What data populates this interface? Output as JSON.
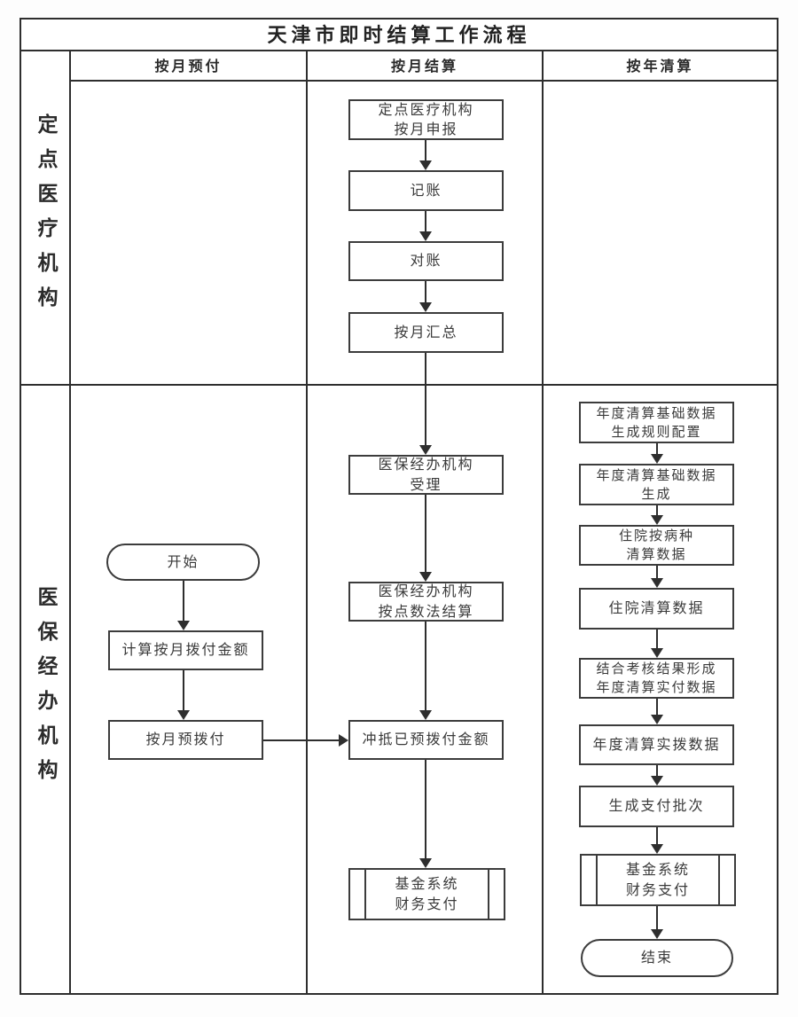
{
  "title": "天津市即时结算工作流程",
  "column_headers": [
    {
      "id": "monthly-prepay",
      "label": "按月预付"
    },
    {
      "id": "monthly-settle",
      "label": "按月结算"
    },
    {
      "id": "annual-clearing",
      "label": "按年清算"
    }
  ],
  "row_labels": [
    {
      "id": "designated-medical-institution",
      "label": "定点医疗机构"
    },
    {
      "id": "medical-insurance-agency",
      "label": "医保经办机构"
    }
  ],
  "nodes": {
    "monthly_declare": {
      "type": "process",
      "lines": [
        "定点医疗机构",
        "按月申报"
      ]
    },
    "bookkeeping": {
      "type": "process",
      "lines": [
        "记账"
      ]
    },
    "reconcile": {
      "type": "process",
      "lines": [
        "对账"
      ]
    },
    "monthly_summary": {
      "type": "process",
      "lines": [
        "按月汇总"
      ]
    },
    "agency_accept": {
      "type": "process",
      "lines": [
        "医保经办机构",
        "受理"
      ]
    },
    "agency_point_settle": {
      "type": "process",
      "lines": [
        "医保经办机构",
        "按点数法结算"
      ]
    },
    "offset_prepaid": {
      "type": "process",
      "lines": [
        "冲抵已预拨付金额"
      ]
    },
    "fund_pay_monthly": {
      "type": "subroutine",
      "lines": [
        "基金系统",
        "财务支付"
      ]
    },
    "start": {
      "type": "terminator",
      "lines": [
        "开始"
      ]
    },
    "calc_monthly_amount": {
      "type": "process",
      "lines": [
        "计算按月拨付金额"
      ]
    },
    "monthly_prepay": {
      "type": "process",
      "lines": [
        "按月预拨付"
      ]
    },
    "annual_base_rule": {
      "type": "process",
      "lines": [
        "年度清算基础数据",
        "生成规则配置"
      ]
    },
    "annual_base_gen": {
      "type": "process",
      "lines": [
        "年度清算基础数据",
        "生成"
      ]
    },
    "inpatient_disease": {
      "type": "process",
      "lines": [
        "住院按病种",
        "清算数据"
      ]
    },
    "inpatient_clearing": {
      "type": "process",
      "lines": [
        "住院清算数据"
      ]
    },
    "assess_actual_pay": {
      "type": "process",
      "lines": [
        "结合考核结果形成",
        "年度清算实付数据"
      ]
    },
    "annual_actual_alloc": {
      "type": "process",
      "lines": [
        "年度清算实拨数据"
      ]
    },
    "gen_pay_batch": {
      "type": "process",
      "lines": [
        "生成支付批次"
      ]
    },
    "fund_pay_annual": {
      "type": "subroutine",
      "lines": [
        "基金系统",
        "财务支付"
      ]
    },
    "end": {
      "type": "terminator",
      "lines": [
        "结束"
      ]
    }
  },
  "edges": [
    {
      "from": "monthly_declare",
      "to": "bookkeeping"
    },
    {
      "from": "bookkeeping",
      "to": "reconcile"
    },
    {
      "from": "reconcile",
      "to": "monthly_summary"
    },
    {
      "from": "monthly_summary",
      "to": "agency_accept"
    },
    {
      "from": "agency_accept",
      "to": "agency_point_settle"
    },
    {
      "from": "agency_point_settle",
      "to": "offset_prepaid"
    },
    {
      "from": "offset_prepaid",
      "to": "fund_pay_monthly"
    },
    {
      "from": "start",
      "to": "calc_monthly_amount"
    },
    {
      "from": "calc_monthly_amount",
      "to": "monthly_prepay"
    },
    {
      "from": "monthly_prepay",
      "to": "offset_prepaid"
    },
    {
      "from": "annual_base_rule",
      "to": "annual_base_gen"
    },
    {
      "from": "annual_base_gen",
      "to": "inpatient_disease"
    },
    {
      "from": "inpatient_disease",
      "to": "inpatient_clearing"
    },
    {
      "from": "inpatient_clearing",
      "to": "assess_actual_pay"
    },
    {
      "from": "assess_actual_pay",
      "to": "annual_actual_alloc"
    },
    {
      "from": "annual_actual_alloc",
      "to": "gen_pay_batch"
    },
    {
      "from": "gen_pay_batch",
      "to": "fund_pay_annual"
    },
    {
      "from": "fund_pay_annual",
      "to": "end"
    }
  ]
}
